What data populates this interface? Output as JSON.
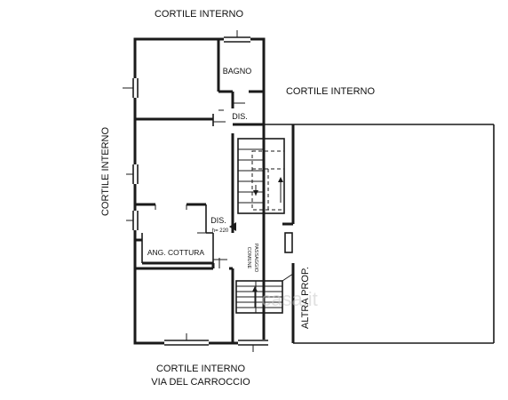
{
  "labels": {
    "top_courtyard": "CORTILE INTERNO",
    "right_courtyard": "CORTILE INTERNO",
    "left_courtyard": "CORTILE INTERNO",
    "bottom_courtyard_line1": "CORTILE INTERNO",
    "bottom_courtyard_line2": "VIA DEL CARROCCIO",
    "bathroom": "BAGNO",
    "dis_upper": "DIS.",
    "dis_lower": "DIS.",
    "dis_lower_area": "h= 220",
    "kitchen_corner": "ANG. COTTURA",
    "common_passage_line1": "PASSAGGIO",
    "common_passage_line2": "COMUNE",
    "other_property": "ALTRA PROP."
  },
  "watermark": "casa.it"
}
